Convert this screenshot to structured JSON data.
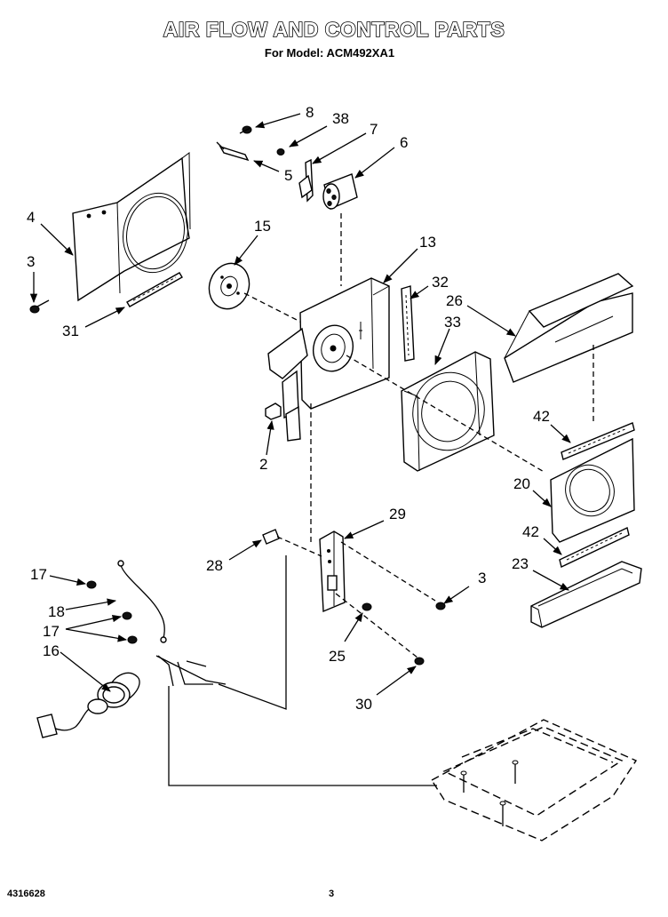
{
  "header": {
    "title": "AIR FLOW AND CONTROL PARTS",
    "subtitle": "For Model: ACM492XA1"
  },
  "footer": {
    "part_number": "4316628",
    "page_number": "3"
  },
  "callouts": [
    "8",
    "38",
    "7",
    "6",
    "5",
    "4",
    "3",
    "15",
    "13",
    "32",
    "26",
    "31",
    "33",
    "42",
    "2",
    "20",
    "29",
    "42",
    "28",
    "23",
    "17",
    "3",
    "18",
    "17",
    "25",
    "16",
    "30"
  ]
}
